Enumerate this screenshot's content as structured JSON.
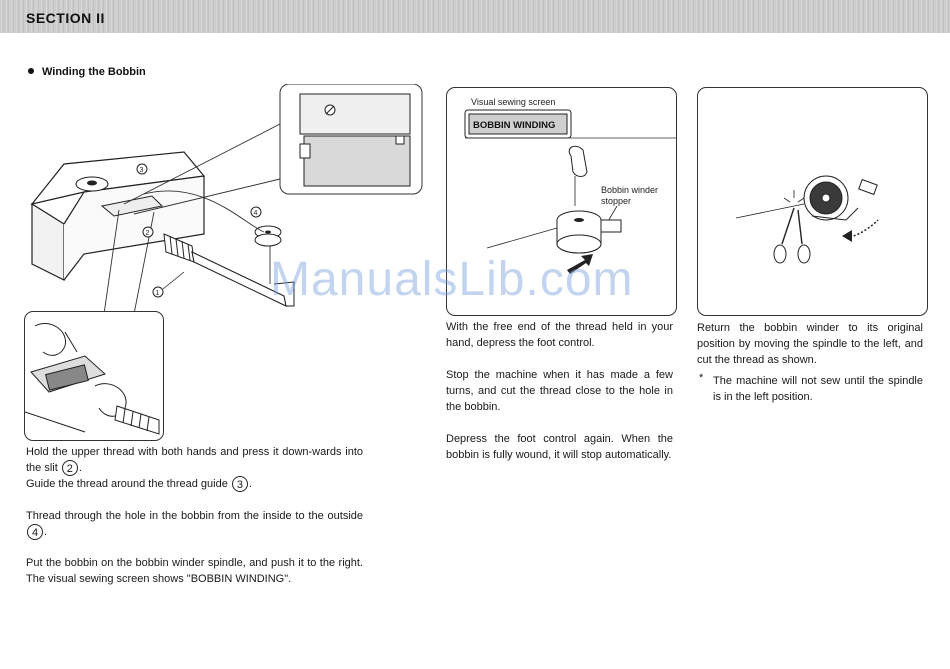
{
  "header": {
    "section_title": "SECTION II"
  },
  "subtitle": "Winding the Bobbin",
  "watermark": "ManualsLib.com",
  "figure_1": {
    "callout_2": "2",
    "callout_3": "3",
    "callout_4": "4",
    "callout_1": "1"
  },
  "figure_2": {
    "screen_label": "Visual sewing screen",
    "screen_text": "BOBBIN WINDING",
    "stopper_label_1": "Bobbin winder",
    "stopper_label_2": "stopper"
  },
  "left_column": {
    "p1_a": "Hold the upper thread with both hands and press it down-wards into the slit",
    "p1_ref": "2",
    "p1_b": "Guide the thread around the thread guide",
    "p1_ref2": "3",
    "p2_a": "Thread through the hole in the bobbin from the inside to the outside",
    "p2_ref": "4",
    "p3": "Put the bobbin on the bobbin winder spindle, and push it to the right.    The visual sewing screen shows \"BOBBIN WINDING\"."
  },
  "middle_column": {
    "p1": "With the free end of the thread held in your hand, depress the foot control.",
    "p2": "Stop the machine when it has made a few turns, and cut the thread close to the hole in the bobbin.",
    "p3": "Depress the foot control again. When the bobbin is fully wound, it will stop automatically."
  },
  "right_column": {
    "p1": "Return the bobbin winder to its original position by moving the spindle to the left, and cut the thread as shown.",
    "note_mark": "*",
    "note": "The machine will not sew until the spindle is in the left position."
  }
}
